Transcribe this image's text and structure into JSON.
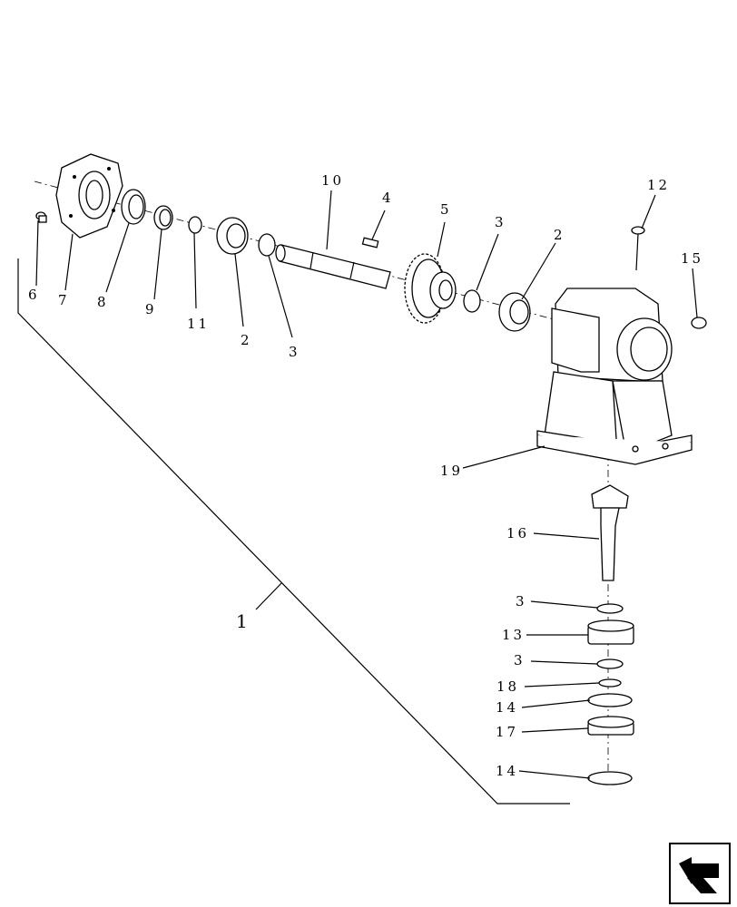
{
  "diagram": {
    "callouts": {
      "c1": "1",
      "c2a": "2",
      "c2b": "2",
      "c3a": "3",
      "c3b": "3",
      "c3c": "3",
      "c3d": "3",
      "c4": "4",
      "c5": "5",
      "c6": "6",
      "c7": "7",
      "c8": "8",
      "c9": "9",
      "c10": "10",
      "c11": "11",
      "c12": "12",
      "c13": "13",
      "c14a": "14",
      "c14b": "14",
      "c15": "15",
      "c16": "16",
      "c17": "17",
      "c18": "18",
      "c19": "19"
    }
  },
  "nav": {
    "icon": "back-arrow-icon"
  }
}
